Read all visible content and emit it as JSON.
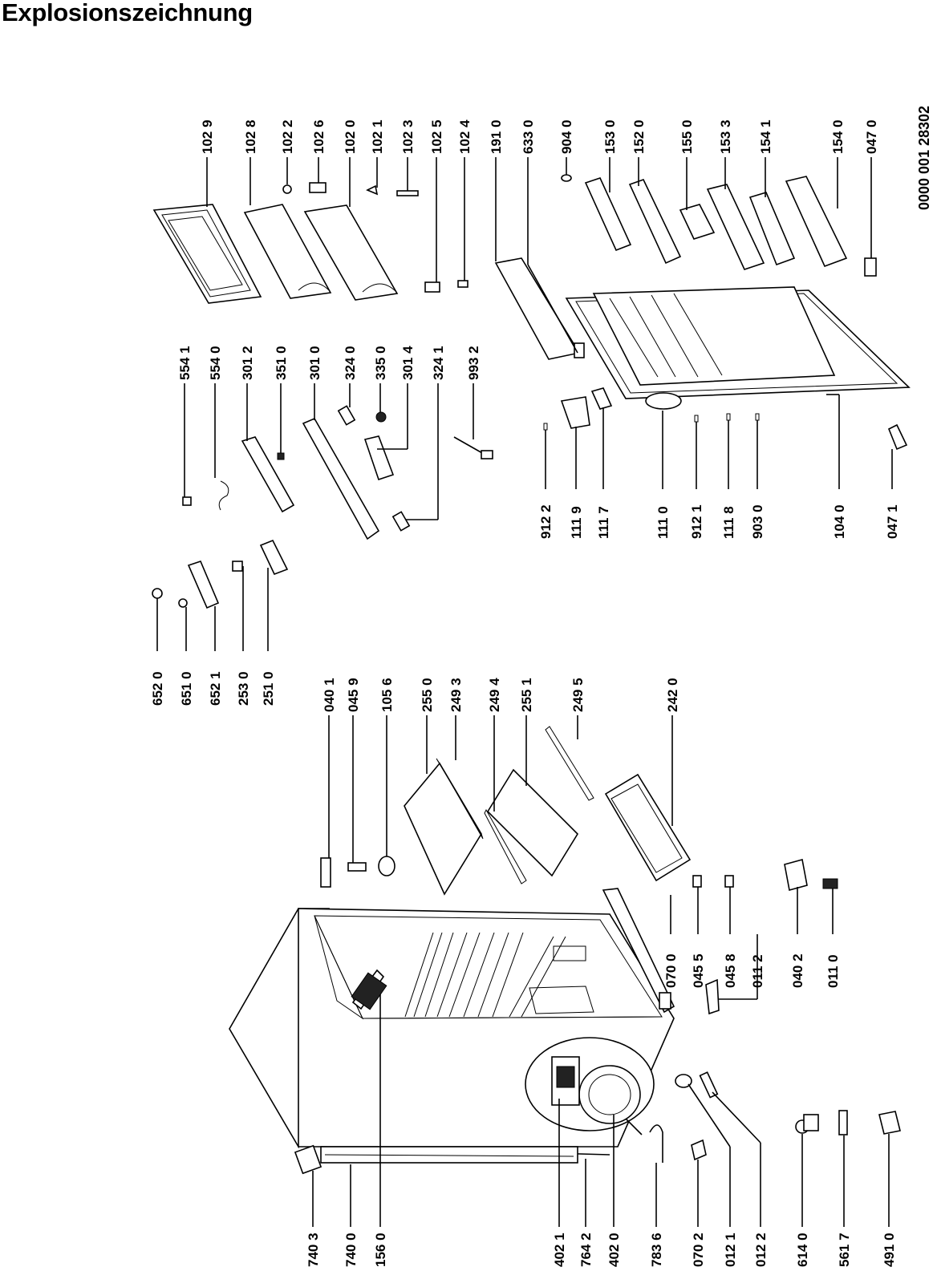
{
  "title": "Explosionszeichnung",
  "document_number": "0000 001 28302",
  "colors": {
    "ink": "#000000",
    "background": "#ffffff"
  },
  "labels": {
    "top": [
      "102 9",
      "102 8",
      "102 2",
      "102 6",
      "102 0",
      "102 1",
      "102 3",
      "102 5",
      "102 4",
      "191 0",
      "633 0",
      "904 0",
      "153 0",
      "152 0",
      "155 0",
      "153 3",
      "154 1",
      "154 0",
      "047 0"
    ],
    "middle_upper": [
      "554 1",
      "554 0",
      "301 2",
      "351 0",
      "301 0",
      "324 0",
      "335 0",
      "301 4",
      "324 1",
      "993 2"
    ],
    "middle_right": [
      "912 2",
      "111 9",
      "111 7",
      "111 0",
      "912 1",
      "111 8",
      "903 0",
      "104 0",
      "047 1"
    ],
    "left_upper": [
      "652 0",
      "651 0",
      "652 1",
      "253 0",
      "251 0"
    ],
    "middle_lower": [
      "040 1",
      "045 9",
      "105 6",
      "255 0",
      "249 3",
      "249 4",
      "255 1",
      "249 5",
      "242 0"
    ],
    "right_lower": [
      "070 0",
      "045 5",
      "045 8",
      "011 2",
      "040 2",
      "011 0"
    ],
    "bottom": [
      "740 3",
      "740 0",
      "156 0",
      "402 1",
      "764 2",
      "402 0",
      "783 6",
      "070 2",
      "012 1",
      "012 2",
      "614 0",
      "561 7",
      "491 0"
    ]
  }
}
